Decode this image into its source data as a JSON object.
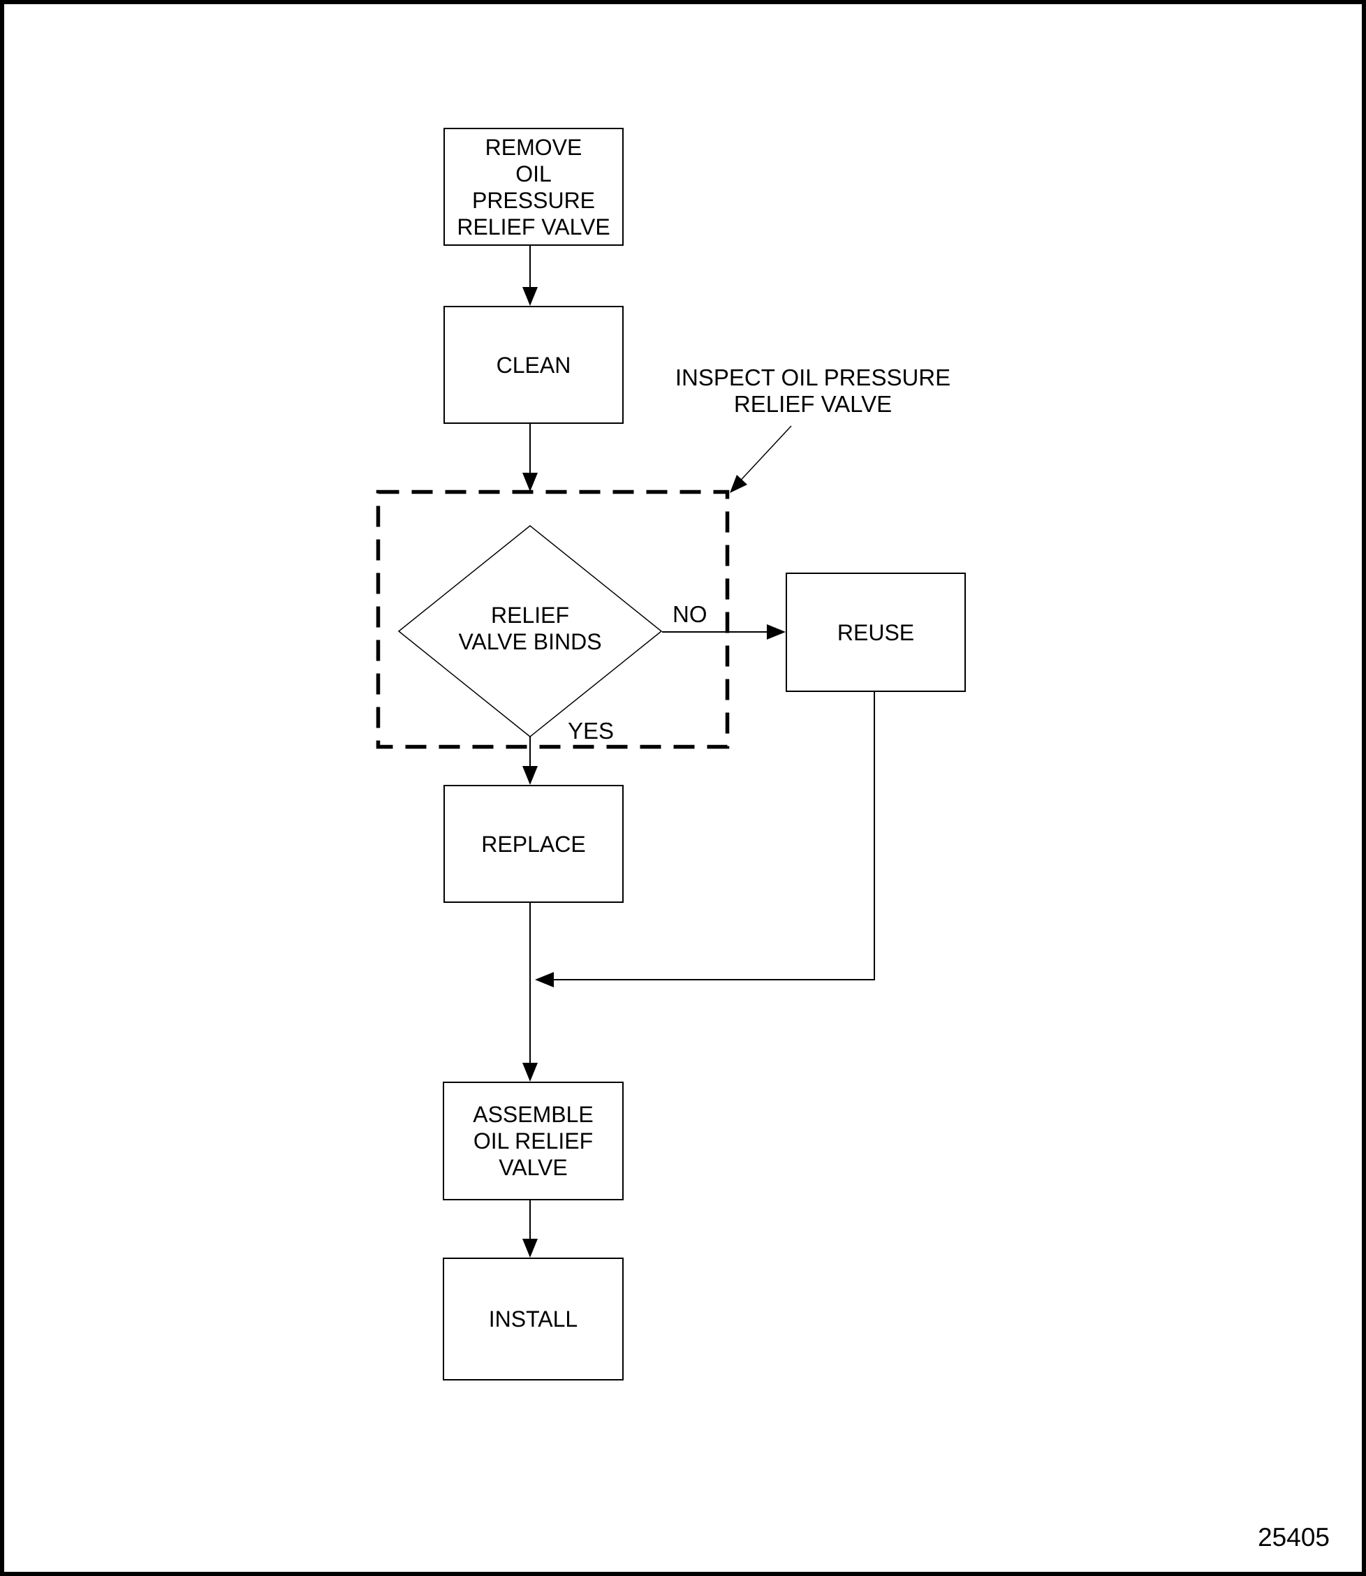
{
  "figure": {
    "number": "25405"
  },
  "colors": {
    "line": "#000000",
    "background": "#ffffff"
  },
  "diagram": {
    "type": "flowchart",
    "nodes": {
      "remove": {
        "shape": "rect",
        "label": "REMOVE\nOIL\nPRESSURE\nRELIEF VALVE"
      },
      "clean": {
        "shape": "rect",
        "label": "CLEAN"
      },
      "decision": {
        "shape": "diamond",
        "label": "RELIEF\nVALVE BINDS"
      },
      "reuse": {
        "shape": "rect",
        "label": "REUSE"
      },
      "replace": {
        "shape": "rect",
        "label": "REPLACE"
      },
      "assemble": {
        "shape": "rect",
        "label": "ASSEMBLE\nOIL RELIEF\nVALVE"
      },
      "install": {
        "shape": "rect",
        "label": "INSTALL"
      }
    },
    "edges": {
      "no_label": "NO",
      "yes_label": "YES"
    },
    "annotations": {
      "inspect": "INSPECT OIL PRESSURE\nRELIEF VALVE"
    },
    "flow": [
      "remove -> clean",
      "clean -> decision",
      "decision -NO-> reuse",
      "decision -YES-> replace",
      "replace -> assemble",
      "reuse -> assemble",
      "assemble -> install"
    ]
  }
}
